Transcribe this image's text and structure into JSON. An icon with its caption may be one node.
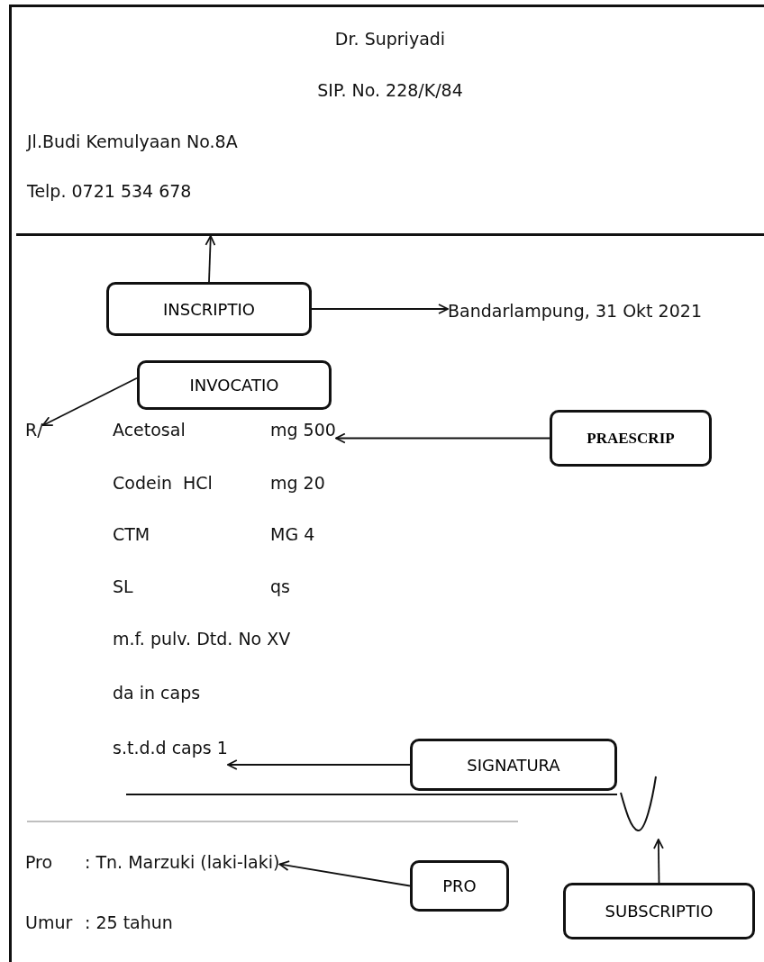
{
  "diagram": {
    "nodes": [
      {
        "text": [
          "Dr. Supriyadi",
          "SIP. No. 228/K/84",
          "Jl.Budi Kemulyaan No.8A",
          "Telp. 0721 534 678"
        ]
      },
      {
        "text": [
          "INSCRIPTIO"
        ]
      },
      {
        "text": [
          "Bandarlampung, 31 Okt 2021"
        ]
      },
      {
        "text": [
          "INVOCATIO"
        ]
      },
      {
        "text": [
          "R/"
        ]
      },
      {
        "text": [
          "Acetosal",
          "mg 500",
          "Codein  HCl",
          "mg 20",
          "CTM",
          "MG 4",
          "SL",
          "qs",
          "m.f. pulv. Dtd. No XV",
          "da in caps"
        ]
      },
      {
        "text": [
          "PRAESCRIP"
        ]
      },
      {
        "text": [
          "s.t.d.d caps 1"
        ]
      },
      {
        "text": [
          "SIGNATURA"
        ]
      },
      {
        "text": [],
        "shape": "signature"
      },
      {
        "text": [
          "SUBSCRIPTIO"
        ]
      },
      {
        "text": [
          "Pro",
          ": Tn. Marzuki (laki-laki)"
        ]
      },
      {
        "text": [
          "PRO"
        ]
      }
    ],
    "edges": [
      {
        "from": 1,
        "to": 0,
        "arrow": "to"
      },
      {
        "from": 1,
        "to": 2,
        "arrow": "to"
      },
      {
        "from": 3,
        "to": 4,
        "arrow": "to"
      },
      {
        "from": 6,
        "to": 5,
        "arrow": "to"
      },
      {
        "from": 8,
        "to": 7,
        "arrow": "to"
      },
      {
        "from": 10,
        "to": 9,
        "arrow": "to"
      },
      {
        "from": 12,
        "to": 11,
        "arrow": "to"
      }
    ],
    "labels": [
      "Umur",
      ": 25 tahun"
    ]
  }
}
